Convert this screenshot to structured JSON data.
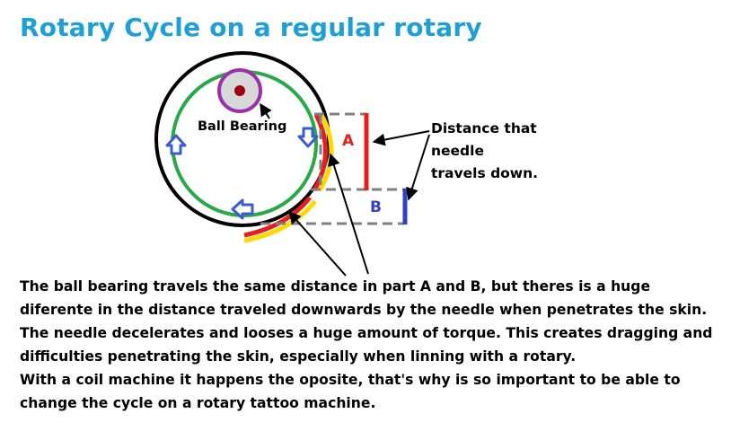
{
  "title": "Rotary Cycle on a regular rotary",
  "labels": {
    "ball_bearing": "Ball Bearing",
    "part_a": "A",
    "part_b": "B",
    "distance_note": [
      "Distance that",
      "needle",
      "travels down."
    ]
  },
  "description": [
    "The ball bearing travels the same distance in part A and B, but theres is a huge diferente in the distance traveled downwards by the needle when penetrates the skin.  The needle decelerates and looses a huge amount of torque. This creates dragging and difficulties penetrating the skin, especially when linning with a rotary.",
    "With a coil machine it happens the oposite, that's why is so important to be able to change the cycle on a rotary tattoo machine."
  ],
  "colors": {
    "title": "#1e9fd6",
    "track": "#2aa845",
    "bearing_ring": "#9b30a8",
    "bearing_center": "#9b0016",
    "arrow": "#3a5bd1",
    "red": "#e61e1e",
    "yellow": "#ffd800",
    "blue": "#3040c8"
  }
}
